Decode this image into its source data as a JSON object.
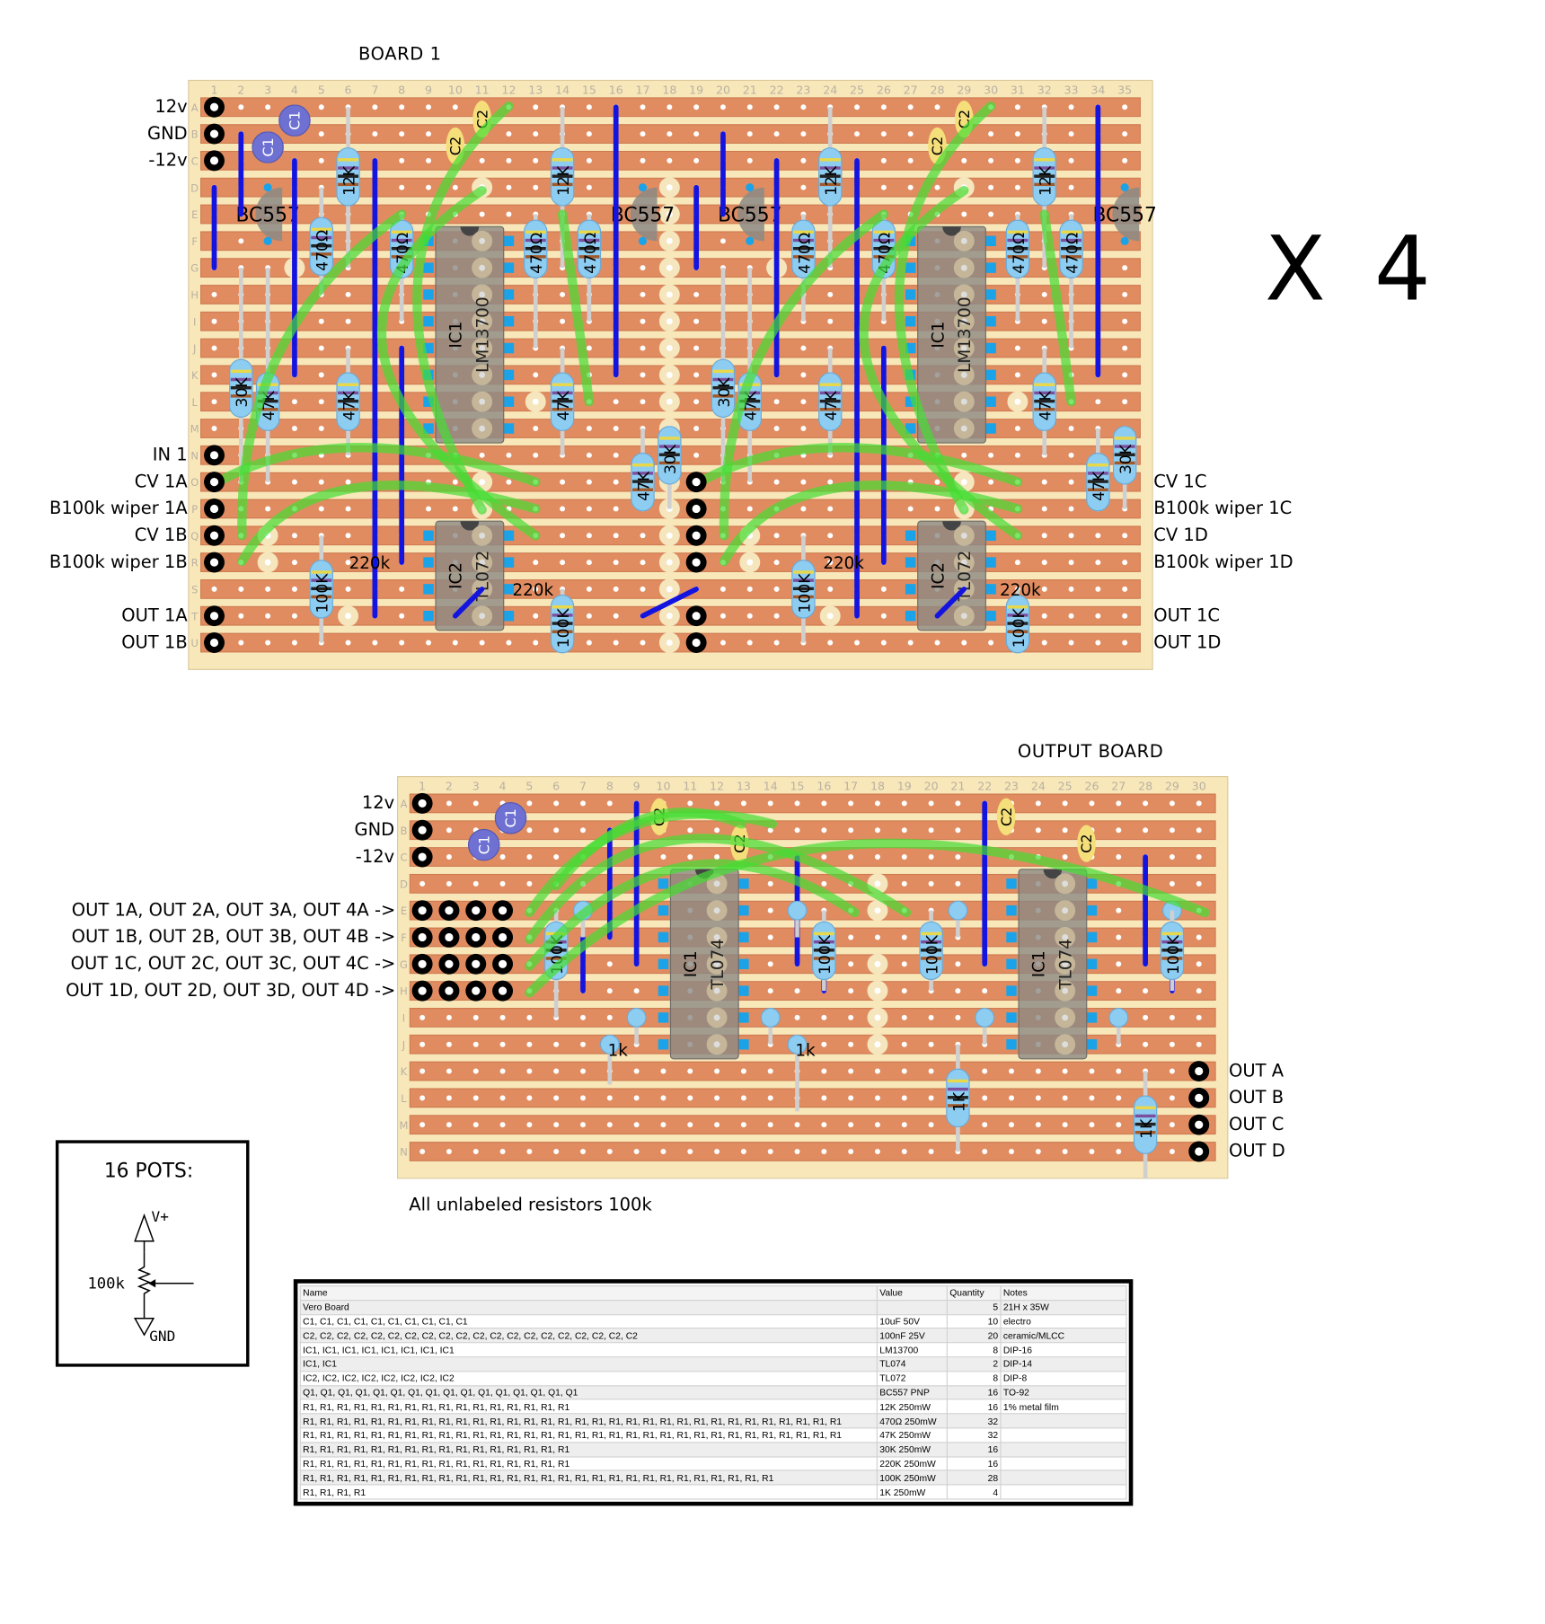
{
  "board1": {
    "title": "BOARD 1",
    "columns": 35,
    "rows": "ABCDEFGHIJKLMNOPQRSTU",
    "left_labels": [
      "12v",
      "GND",
      "-12v",
      "IN 1",
      "CV 1A",
      "B100k wiper 1A",
      "CV 1B",
      "B100k wiper 1B",
      "OUT 1A",
      "OUT 1B"
    ],
    "right_labels": [
      "CV 1C",
      "B100k wiper 1C",
      "CV 1D",
      "B100k wiper 1D",
      "OUT 1C",
      "OUT 1D"
    ],
    "resistors": [
      "470Ω",
      "470Ω",
      "470Ω",
      "470Ω",
      "470Ω",
      "470Ω",
      "470Ω",
      "470Ω",
      "12K",
      "12K",
      "12K",
      "12K",
      "30K",
      "30K",
      "30K",
      "30K",
      "47K",
      "47K",
      "47K",
      "47K",
      "47K",
      "47K",
      "47K",
      "47K",
      "100K",
      "100K",
      "100K",
      "100K"
    ],
    "text_labels": [
      "220k",
      "220k",
      "220k",
      "220k"
    ],
    "transistors": [
      "BC557",
      "BC557",
      "BC557",
      "BC557"
    ],
    "capacitors": [
      "C1",
      "C1",
      "C2",
      "C2",
      "C2",
      "C2"
    ],
    "ics": [
      {
        "ref": "IC1",
        "part": "LM13700"
      },
      {
        "ref": "IC1",
        "part": "LM13700"
      },
      {
        "ref": "IC2",
        "part": "TL072"
      },
      {
        "ref": "IC2",
        "part": "TL072"
      }
    ]
  },
  "multiplier": "X 4",
  "output_board": {
    "title": "OUTPUT BOARD",
    "columns": 30,
    "rows": "ABCDEFGHIJKLMN",
    "left_labels": [
      "12v",
      "GND",
      "-12v",
      "OUT 1A, OUT 2A, OUT 3A, OUT 4A ->",
      "OUT 1B, OUT 2B, OUT 3B, OUT 4B ->",
      "OUT 1C, OUT 2C, OUT 3C, OUT 4C ->",
      "OUT 1D, OUT 2D, OUT 3D, OUT 4D ->"
    ],
    "right_labels": [
      "OUT A",
      "OUT B",
      "OUT C",
      "OUT D"
    ],
    "resistors": [
      "100K",
      "100K",
      "100K",
      "100K",
      "1K",
      "1K"
    ],
    "text_labels": [
      "1k",
      "1k"
    ],
    "capacitors": [
      "C1",
      "C1",
      "C2",
      "C2",
      "C2",
      "C2"
    ],
    "ics": [
      {
        "ref": "IC1",
        "part": "TL074"
      },
      {
        "ref": "IC1",
        "part": "TL074"
      }
    ]
  },
  "note": "All unlabeled resistors 100k",
  "pots": {
    "title": "16 POTS:",
    "top": "V+",
    "value": "100k",
    "bottom": "GND"
  },
  "bom": {
    "headers": [
      "Name",
      "Value",
      "Quantity",
      "Notes"
    ],
    "rows": [
      [
        "Vero Board",
        "",
        "5",
        "21H x 35W"
      ],
      [
        "C1, C1, C1, C1, C1, C1, C1, C1, C1, C1",
        "10uF 50V",
        "10",
        "electro"
      ],
      [
        "C2, C2, C2, C2, C2, C2, C2, C2, C2, C2, C2, C2, C2, C2, C2, C2, C2, C2, C2, C2",
        "100nF 25V",
        "20",
        "ceramic/MLCC"
      ],
      [
        "IC1, IC1, IC1, IC1, IC1, IC1, IC1, IC1",
        "LM13700",
        "8",
        "DIP-16"
      ],
      [
        "IC1, IC1",
        "TL074",
        "2",
        "DIP-14"
      ],
      [
        "IC2, IC2, IC2, IC2, IC2, IC2, IC2, IC2",
        "TL072",
        "8",
        "DIP-8"
      ],
      [
        "Q1, Q1, Q1, Q1, Q1, Q1, Q1, Q1, Q1, Q1, Q1, Q1, Q1, Q1, Q1, Q1",
        "BC557 PNP",
        "16",
        "TO-92"
      ],
      [
        "R1, R1, R1, R1, R1, R1, R1, R1, R1, R1, R1, R1, R1, R1, R1, R1",
        "12K 250mW",
        "16",
        "1% metal film"
      ],
      [
        "R1, R1, R1, R1, R1, R1, R1, R1, R1, R1, R1, R1, R1, R1, R1, R1, R1, R1, R1, R1, R1, R1, R1, R1, R1, R1, R1, R1, R1, R1, R1, R1",
        "470Ω 250mW",
        "32",
        ""
      ],
      [
        "R1, R1, R1, R1, R1, R1, R1, R1, R1, R1, R1, R1, R1, R1, R1, R1, R1, R1, R1, R1, R1, R1, R1, R1, R1, R1, R1, R1, R1, R1, R1, R1",
        "47K 250mW",
        "32",
        ""
      ],
      [
        "R1, R1, R1, R1, R1, R1, R1, R1, R1, R1, R1, R1, R1, R1, R1, R1",
        "30K 250mW",
        "16",
        ""
      ],
      [
        "R1, R1, R1, R1, R1, R1, R1, R1, R1, R1, R1, R1, R1, R1, R1, R1",
        "220K 250mW",
        "16",
        ""
      ],
      [
        "R1, R1, R1, R1, R1, R1, R1, R1, R1, R1, R1, R1, R1, R1, R1, R1, R1, R1, R1, R1, R1, R1, R1, R1, R1, R1, R1, R1",
        "100K 250mW",
        "28",
        ""
      ],
      [
        "R1, R1, R1, R1",
        "1K 250mW",
        "4",
        ""
      ]
    ]
  },
  "colors": {
    "board": "#f8e7b9",
    "strip": "#e08c60",
    "link": "#1414e0",
    "wire": "#44dd33",
    "resistor": "#8ecdf2",
    "c1": "#6e70d2",
    "c2": "#f5df7a"
  }
}
